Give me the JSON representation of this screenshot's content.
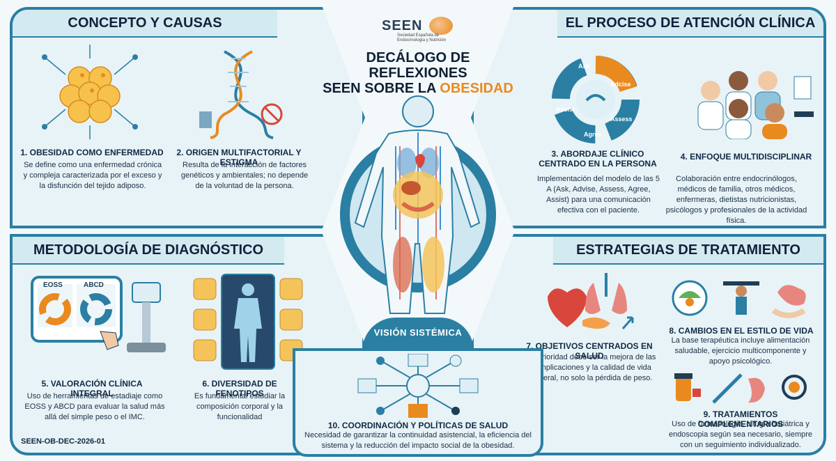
{
  "logo": {
    "name": "SEEN",
    "subtitle": "Sociedad Española de Endocrinología y Nutrición"
  },
  "center": {
    "title_line1": "DECÁLOGO DE REFLEXIONES",
    "title_line2_prefix": "SEEN SOBRE LA ",
    "title_line2_accent": "OBESIDAD",
    "vision_label": "VISIÓN SISTÉMICA"
  },
  "sections": {
    "concept": {
      "header": "CONCEPTO Y CAUSAS"
    },
    "process": {
      "header": "EL PROCESO DE ATENCIÓN CLÍNICA"
    },
    "diagnosis": {
      "header": "METODOLOGÍA DE DIAGNÓSTICO"
    },
    "treatment": {
      "header": "ESTRATEGIAS DE TRATAMIENTO"
    }
  },
  "items": {
    "i1": {
      "title": "1. OBESIDAD COMO ENFERMEDAD",
      "desc": "Se define como una enfermedad crónica y compleja caracterizada por el exceso y la disfunción del tejido adiposo."
    },
    "i2": {
      "title": "2. ORIGEN MULTIFACTORIAL Y ESTIGMA",
      "desc": "Resulta de la interacción de factores genéticos y ambientales; no depende de la voluntad de la persona."
    },
    "i3": {
      "title_line1": "3. ABORDAJE CLÍNICO",
      "title_line2": "CENTRADO EN LA PERSONA",
      "desc": "Implementación del modelo de las 5 A (Ask, Advise, Assess, Agree, Assist) para una comunicación efectiva con el paciente."
    },
    "i4": {
      "title": "4. ENFOQUE MULTIDISCIPLINAR",
      "desc": "Colaboración entre endocrinólogos, médicos de familia, otros médicos, enfermeras, dietistas nutricionistas, psicólogos y profesionales de la actividad física."
    },
    "i5": {
      "title": "5. VALORACIÓN CLÍNICA INTEGRAL",
      "desc": "Uso de herramientas de estadiaje como EOSS y ABCD para evaluar la salud más allá del simple peso o el IMC."
    },
    "i6": {
      "title": "6. DIVERSIDAD DE FENOTIPOS",
      "desc": "Es fundamental estudiar la composición corporal y la funcionalidad"
    },
    "i7": {
      "title": "7. OBJETIVOS CENTRADOS EN SALUD",
      "desc": "La prioridad debe ser la mejora de las complicaciones y la calidad de vida general, no solo la pérdida de peso."
    },
    "i8": {
      "title": "8. CAMBIOS EN EL ESTILO DE VIDA",
      "desc": "La base terapéutica incluye alimentación saludable, ejercicio multicomponente y apoyo psicológico."
    },
    "i9": {
      "title": "9. TRATAMIENTOS COMPLEMENTARIOS",
      "desc": "Uso de farmacología, cirugía bariátrica y endoscopia según sea necesario, siempre con un seguimiento individualizado."
    },
    "i10": {
      "title": "10. COORDINACIÓN Y POLÍTICAS DE SALUD",
      "desc": "Necesidad de garantizar la continuidad asistencial, la eficiencia del sistema y la reducción del impacto social de la obesidad."
    }
  },
  "five_a": {
    "ask": "Ask",
    "advise": "Adcise",
    "assess": "Assess",
    "agree": "Agree",
    "assist": "Assist"
  },
  "staging": {
    "eoss": "EOSS",
    "abcd": "ABCD"
  },
  "doc_code": "SEEN-OB-DEC-2026-01",
  "colors": {
    "primary": "#2a7fa3",
    "accent": "#e98a1f",
    "panel_bg": "#e8f3f7"
  }
}
